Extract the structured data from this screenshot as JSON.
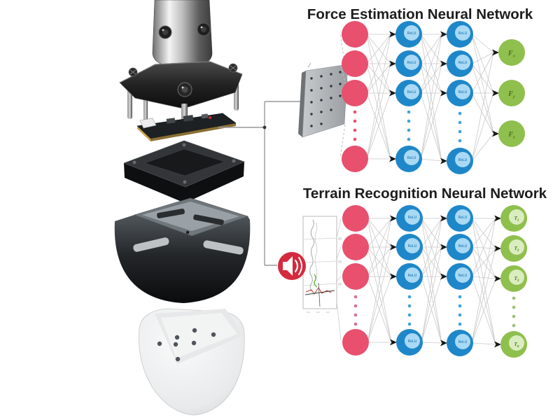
{
  "figure": {
    "force_network": {
      "title": "Force Estimation Neural Network",
      "hidden_activation": "ReLU",
      "outputs": [
        {
          "base": "F",
          "sub": "x"
        },
        {
          "base": "F",
          "sub": "y"
        },
        {
          "base": "F",
          "sub": "z"
        }
      ]
    },
    "terrain_network": {
      "title": "Terrain Recognition Neural Network",
      "hidden_activation": "ReLU",
      "outputs": [
        {
          "base": "T",
          "sub": "1"
        },
        {
          "base": "T",
          "sub": "2"
        },
        {
          "base": "T",
          "sub": "3"
        },
        {
          "base": "T",
          "sub": "n"
        }
      ]
    },
    "colors": {
      "input_node": "#e8506e",
      "hidden_node": "#1e87c9",
      "output_node": "#8fbf4d",
      "speaker_icon": "#d5293d",
      "connection_line": "#c9c9c9",
      "arrowhead": "#161616"
    }
  }
}
